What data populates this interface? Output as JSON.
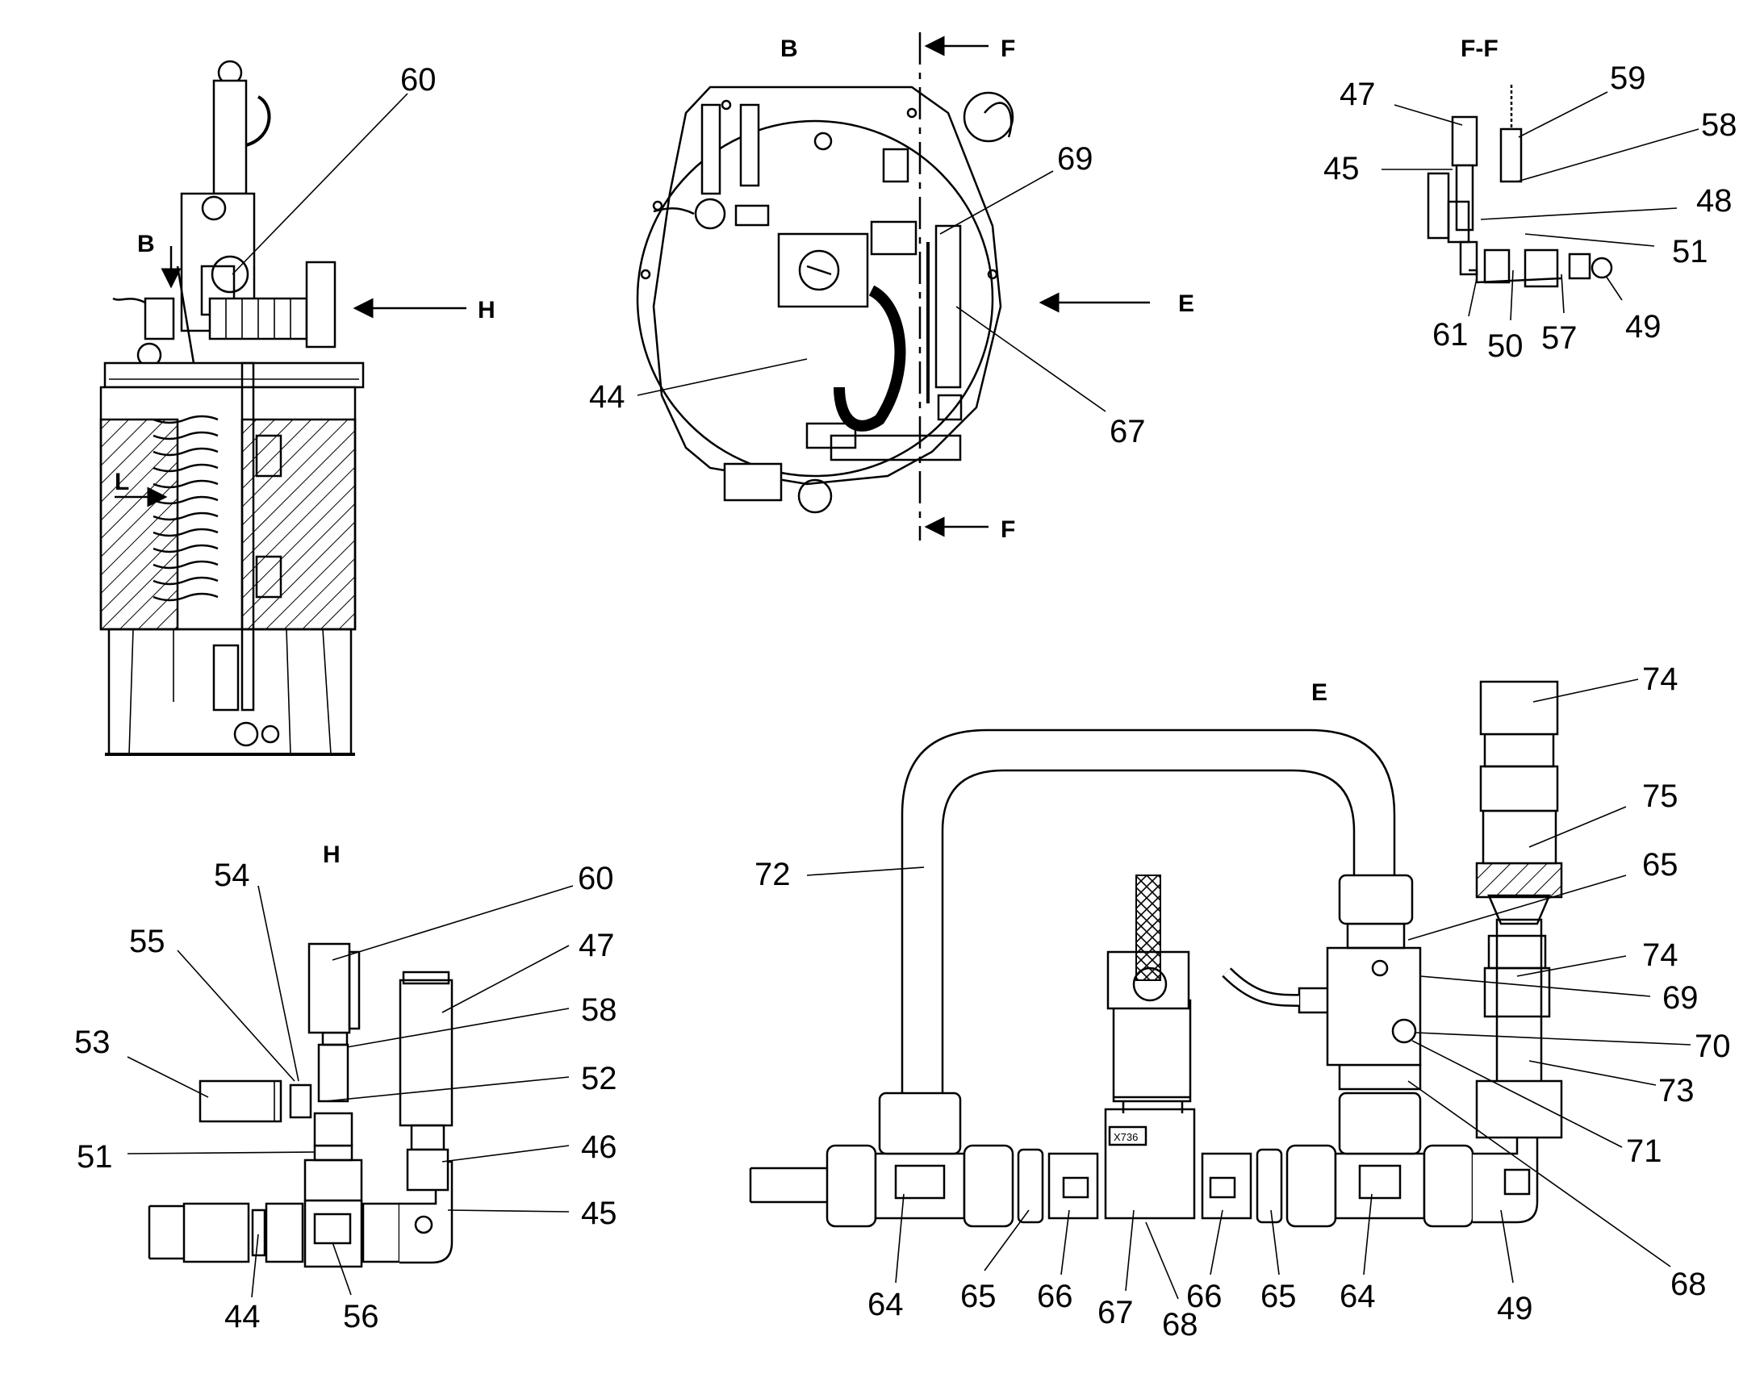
{
  "views": {
    "front": {
      "marker_b": "B",
      "marker_h": "H",
      "marker_l": "L",
      "callout_60": "60"
    },
    "b": {
      "title": "B",
      "arrow_top": "F",
      "arrow_bottom": "F",
      "arrow_e": "E",
      "callouts": {
        "c69": "69",
        "c44": "44",
        "c67": "67"
      }
    },
    "ff": {
      "title": "F-F",
      "callouts": {
        "c47": "47",
        "c59": "59",
        "c58": "58",
        "c45": "45",
        "c48": "48",
        "c51": "51",
        "c61": "61",
        "c50": "50",
        "c57": "57",
        "c49": "49"
      }
    },
    "h": {
      "title": "H",
      "callouts": {
        "c54": "54",
        "c60": "60",
        "c55": "55",
        "c47": "47",
        "c58": "58",
        "c53": "53",
        "c52": "52",
        "c51": "51",
        "c46": "46",
        "c45": "45",
        "c44": "44",
        "c56": "56"
      }
    },
    "e": {
      "title": "E",
      "label_x736": "X736",
      "callouts": {
        "c74a": "74",
        "c75": "75",
        "c72": "72",
        "c65a": "65",
        "c74b": "74",
        "c69": "69",
        "c70": "70",
        "c73": "73",
        "c71": "71",
        "c68a": "68",
        "c64a": "64",
        "c65b": "65",
        "c66a": "66",
        "c67": "67",
        "c68b": "68",
        "c66b": "66",
        "c65c": "65",
        "c64b": "64",
        "c49": "49"
      }
    }
  }
}
